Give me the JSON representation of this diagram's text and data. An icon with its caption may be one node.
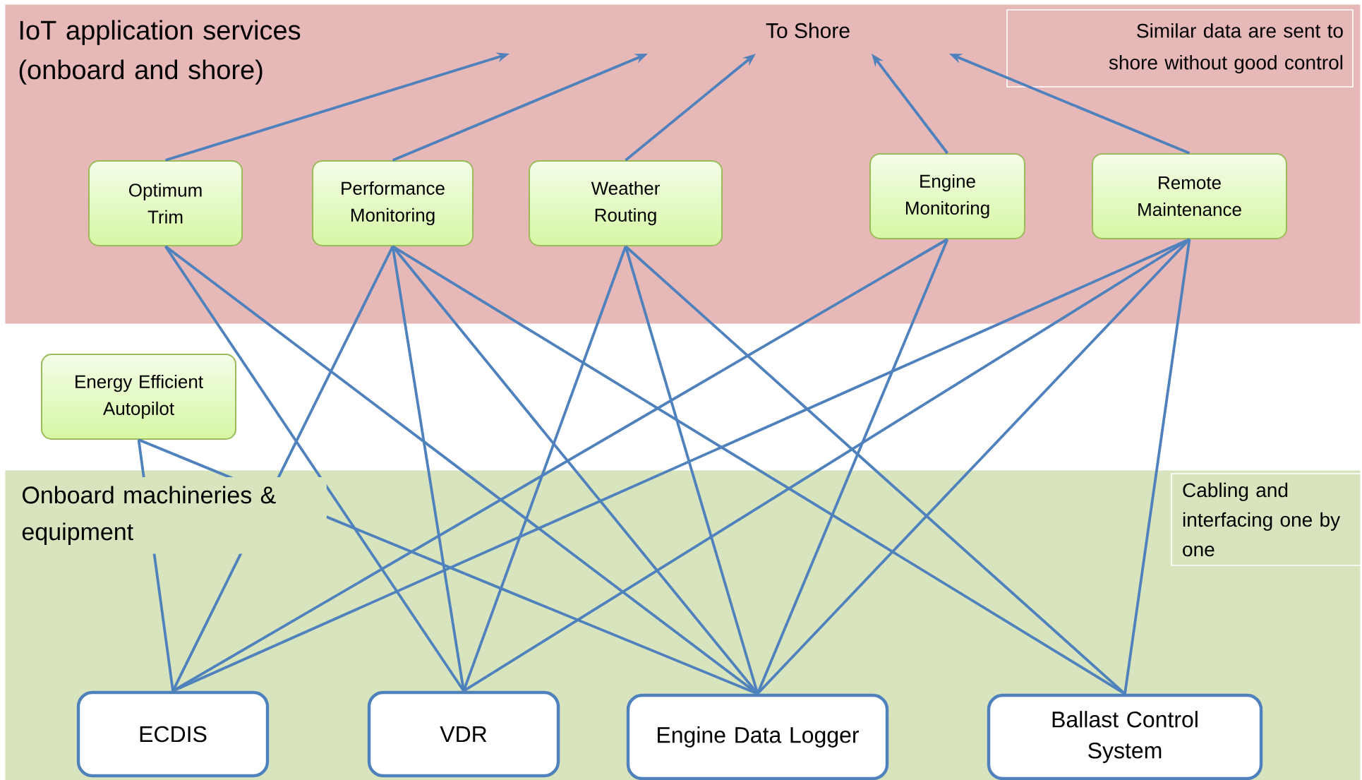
{
  "diagram": {
    "nodes": [
      {
        "text": [
          "IoT application services (onboard and shore)"
        ]
      },
      {
        "text": [
          "Similar data are sent to shore without good control"
        ],
        "in": 0
      },
      {
        "text": [
          "Optimum Trim"
        ],
        "in": 0
      },
      {
        "text": [
          "Performance Monitoring"
        ],
        "in": 0
      },
      {
        "text": [
          "Weather Routing"
        ],
        "in": 0
      },
      {
        "text": [
          "Engine Monitoring"
        ],
        "in": 0
      },
      {
        "text": [
          "Remote Maintenance"
        ],
        "in": 0
      },
      {
        "text": [
          "Energy Efficient Autopilot"
        ]
      },
      {
        "text": [
          "Onboard machineries & equipment"
        ]
      },
      {
        "text": [
          "Cabling and interfacing one by one"
        ],
        "in": 8
      },
      {
        "text": [
          "ECDIS"
        ],
        "in": 8
      },
      {
        "text": [
          "VDR"
        ],
        "in": 8
      },
      {
        "text": [
          "Engine Data Logger"
        ],
        "in": 8
      },
      {
        "text": [
          "Ballast Control System"
        ],
        "in": 8
      }
    ],
    "edges": [
      {
        "from": 2,
        "to": null,
        "arrow": "to"
      },
      {
        "from": 3,
        "to": null,
        "arrow": "to"
      },
      {
        "from": 4,
        "to": null,
        "arrow": "to"
      },
      {
        "from": 5,
        "to": null,
        "arrow": "to"
      },
      {
        "from": 6,
        "to": null,
        "arrow": "to"
      },
      {
        "from": 2,
        "to": 11,
        "arrow": "none"
      },
      {
        "from": 2,
        "to": 12,
        "arrow": "none"
      },
      {
        "from": 3,
        "to": 10,
        "arrow": "none"
      },
      {
        "from": 3,
        "to": 11,
        "arrow": "none"
      },
      {
        "from": 3,
        "to": 12,
        "arrow": "none"
      },
      {
        "from": 3,
        "to": 13,
        "arrow": "none"
      },
      {
        "from": 4,
        "to": 11,
        "arrow": "none"
      },
      {
        "from": 4,
        "to": 12,
        "arrow": "none"
      },
      {
        "from": 4,
        "to": 13,
        "arrow": "none"
      },
      {
        "from": 5,
        "to": 10,
        "arrow": "none"
      },
      {
        "from": 5,
        "to": 12,
        "arrow": "none"
      },
      {
        "from": 6,
        "to": 10,
        "arrow": "none"
      },
      {
        "from": 6,
        "to": 11,
        "arrow": "none"
      },
      {
        "from": 6,
        "to": 12,
        "arrow": "none"
      },
      {
        "from": 6,
        "to": 13,
        "arrow": "none"
      },
      {
        "from": 7,
        "to": 10,
        "arrow": "none"
      },
      {
        "from": 7,
        "to": 12,
        "arrow": "none"
      }
    ],
    "labels": [
      "To Shore"
    ]
  }
}
